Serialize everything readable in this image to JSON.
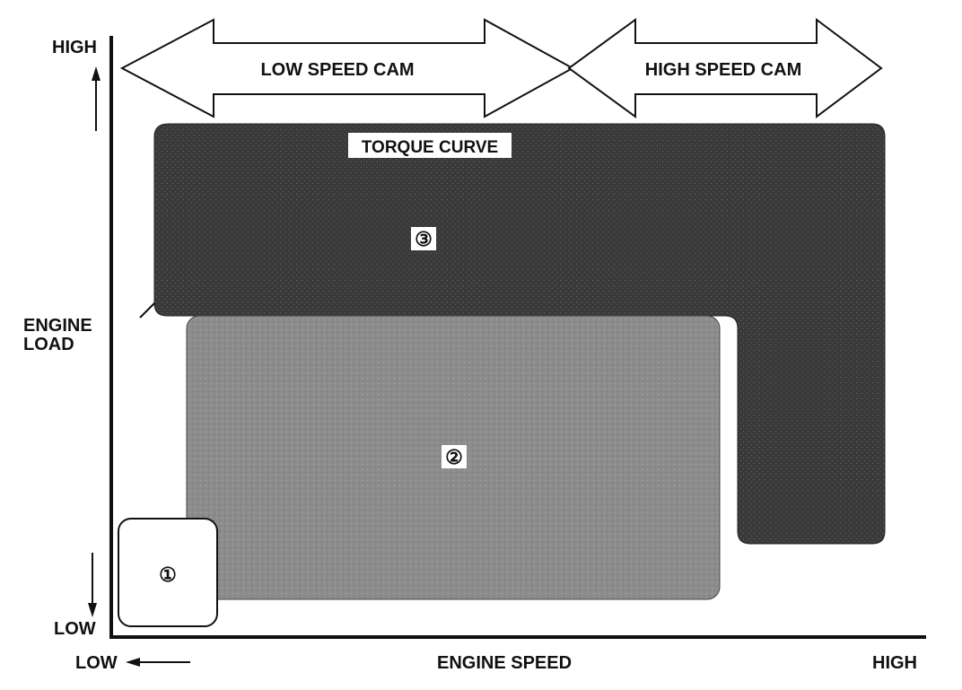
{
  "axes": {
    "y_high": "HIGH",
    "y_low": "LOW",
    "y_label_line1": "ENGINE",
    "y_label_line2": "LOAD",
    "x_low": "LOW",
    "x_label": "ENGINE SPEED",
    "x_high": "HIGH"
  },
  "cams": {
    "low_speed": "LOW SPEED CAM",
    "high_speed": "HIGH SPEED CAM"
  },
  "torque_curve_label": "TORQUE CURVE",
  "regions": {
    "region1": "①",
    "region2": "②",
    "region3": "③"
  },
  "colors": {
    "region3_fill": "#3a3a3a",
    "region2_fill": "#8c8c8c",
    "region1_fill": "#ffffff",
    "ink": "#111111"
  }
}
